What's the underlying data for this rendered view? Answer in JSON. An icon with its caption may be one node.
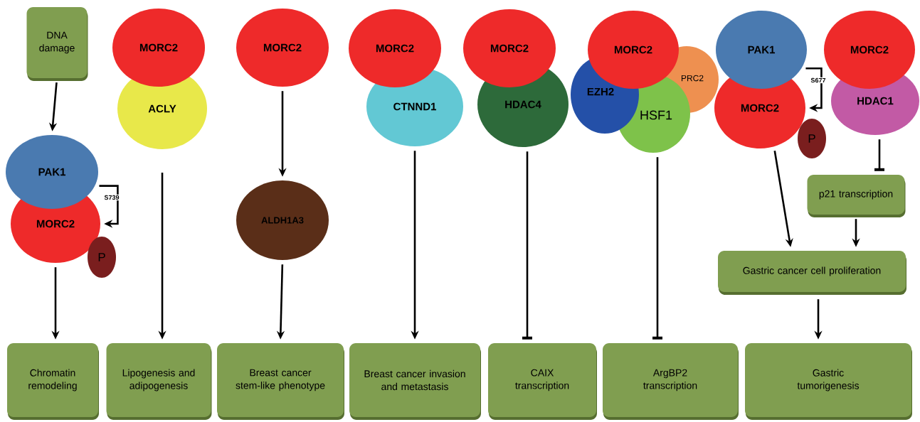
{
  "diagram": {
    "nodes": [
      {
        "text": [
          "DNA damage"
        ]
      },
      {
        "text": [
          "PAK1"
        ]
      },
      {
        "text": [
          "MORC2"
        ]
      },
      {
        "text": [
          "P"
        ]
      },
      {
        "text": [
          "MORC2"
        ]
      },
      {
        "text": [
          "ACLY"
        ]
      },
      {
        "text": [
          "MORC2"
        ]
      },
      {
        "text": [
          "ALDH1A3"
        ]
      },
      {
        "text": [
          "MORC2"
        ]
      },
      {
        "text": [
          "CTNND1"
        ]
      },
      {
        "text": [
          "MORC2"
        ]
      },
      {
        "text": [
          "HDAC4"
        ]
      },
      {
        "text": [
          "MORC2"
        ]
      },
      {
        "text": [
          "EZH2"
        ]
      },
      {
        "text": [
          "HSF1"
        ]
      },
      {
        "text": [
          "PRC2"
        ]
      },
      {
        "text": [
          "PAK1"
        ]
      },
      {
        "text": [
          "MORC2"
        ]
      },
      {
        "text": [
          "P"
        ]
      },
      {
        "text": [
          "MORC2"
        ]
      },
      {
        "text": [
          "HDAC1"
        ]
      },
      {
        "text": [
          "p21 transcription"
        ]
      },
      {
        "text": [
          "Gastric cancer cell proliferation"
        ]
      },
      {
        "text": [
          "Chromatin remodeling"
        ]
      },
      {
        "text": [
          "Lipogenesis and adipogenesis"
        ]
      },
      {
        "text": [
          "Breast cancer stem-like phenotype"
        ]
      },
      {
        "text": [
          "Breast cancer invasion and metastasis"
        ]
      },
      {
        "text": [
          "CAIX transcription"
        ]
      },
      {
        "text": [
          "ArgBP2 transcription"
        ]
      },
      {
        "text": [
          "Gastric tumorigenesis"
        ]
      }
    ],
    "edges": [
      {
        "from": 0,
        "to": 1,
        "arrow": "to"
      },
      {
        "from": 1,
        "to": 2,
        "arrow": "to",
        "label": "S739"
      },
      {
        "from": 2,
        "to": 23,
        "arrow": "to"
      },
      {
        "from": 5,
        "to": 24,
        "arrow": "to"
      },
      {
        "from": 6,
        "to": 7,
        "arrow": "to"
      },
      {
        "from": 7,
        "to": 25,
        "arrow": "to"
      },
      {
        "from": 9,
        "to": 26,
        "arrow": "to"
      },
      {
        "from": 11,
        "to": 27,
        "arrow": "other"
      },
      {
        "from": 14,
        "to": 28,
        "arrow": "other"
      },
      {
        "from": 16,
        "to": 17,
        "arrow": "to",
        "label": "S677"
      },
      {
        "from": 20,
        "to": 21,
        "arrow": "other"
      },
      {
        "from": 17,
        "to": 22,
        "arrow": "to"
      },
      {
        "from": 21,
        "to": 22,
        "arrow": "to"
      },
      {
        "from": 22,
        "to": 29,
        "arrow": "to"
      }
    ]
  }
}
